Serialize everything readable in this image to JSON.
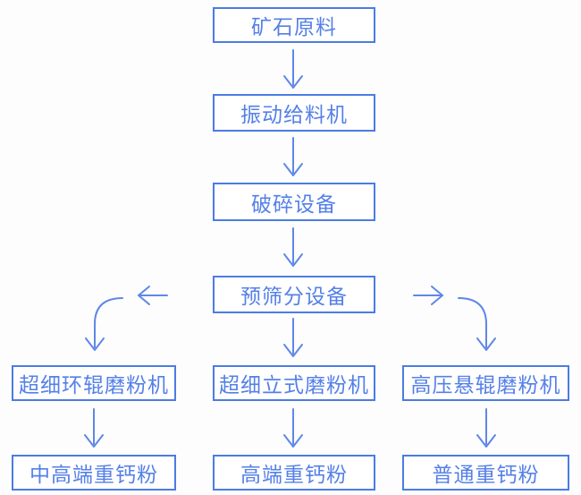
{
  "diagram_type": "flowchart",
  "colors": {
    "box_border": "#4b7ce2",
    "box_text": "#5580e8",
    "arrow": "#5f87e8",
    "box_background": "#ffffff",
    "page_background": "#fdfdfd"
  },
  "nodes": {
    "ore": {
      "label": "矿石原料"
    },
    "vibrating_feeder": {
      "label": "振动给料机"
    },
    "crusher": {
      "label": "破碎设备"
    },
    "pre_screening": {
      "label": "预筛分设备"
    },
    "ring_roller_mill": {
      "label": "超细环辊磨粉机"
    },
    "vertical_mill": {
      "label": "超细立式磨粉机"
    },
    "high_pressure_mill": {
      "label": "高压悬辊磨粉机"
    },
    "mid_high_end_powder": {
      "label": "中高端重钙粉"
    },
    "high_end_powder": {
      "label": "高端重钙粉"
    },
    "ordinary_powder": {
      "label": "普通重钙粉"
    }
  },
  "edges": [
    {
      "from": "ore",
      "to": "vibrating_feeder"
    },
    {
      "from": "vibrating_feeder",
      "to": "crusher"
    },
    {
      "from": "crusher",
      "to": "pre_screening"
    },
    {
      "from": "pre_screening",
      "to": "ring_roller_mill"
    },
    {
      "from": "pre_screening",
      "to": "vertical_mill"
    },
    {
      "from": "pre_screening",
      "to": "high_pressure_mill"
    },
    {
      "from": "ring_roller_mill",
      "to": "mid_high_end_powder"
    },
    {
      "from": "vertical_mill",
      "to": "high_end_powder"
    },
    {
      "from": "high_pressure_mill",
      "to": "ordinary_powder"
    }
  ]
}
